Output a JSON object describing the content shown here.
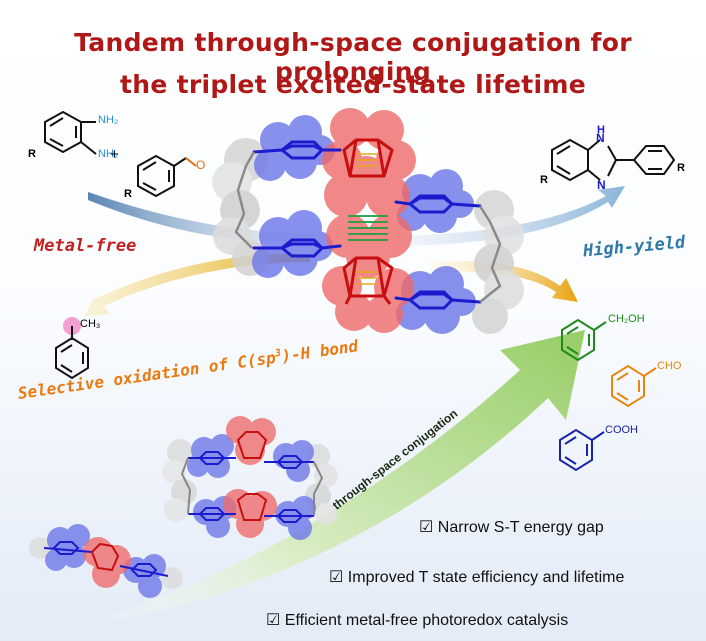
{
  "title": {
    "line1": "Tandem through-space conjugation for prolonging",
    "line2": "the triplet excited-state lifetime"
  },
  "labels": {
    "metal_free": "Metal-free",
    "high_yield": "High-yield",
    "selective_prefix": "Selective oxidation of C(sp",
    "selective_sup": "3",
    "selective_suffix": ")-H bond",
    "through_space": "through-space conjugation"
  },
  "checklist": {
    "mark": "☑",
    "item1": "Narrow S-T energy gap",
    "item2": "Improved T state efficiency and lifetime",
    "item3": "Efficient metal-free photoredox catalysis"
  },
  "chem": {
    "nh2_top": "NH₂",
    "nh2_bottom": "NH₂",
    "r": "R",
    "o": "O",
    "plus": "+",
    "h": "H",
    "n": "N",
    "ch3": "CH₃",
    "ch2oh": "CH₂OH",
    "cho": "CHO",
    "cooh": "COOH"
  },
  "colors": {
    "title": "#b01818",
    "metal_free": "#c42020",
    "high_yield": "#2f78a8",
    "selective": "#ea7a10",
    "alcohol": "#1e8a1e",
    "aldehyde": "#e6870e",
    "acid": "#1824a8",
    "arrow": "#96cf5e"
  }
}
